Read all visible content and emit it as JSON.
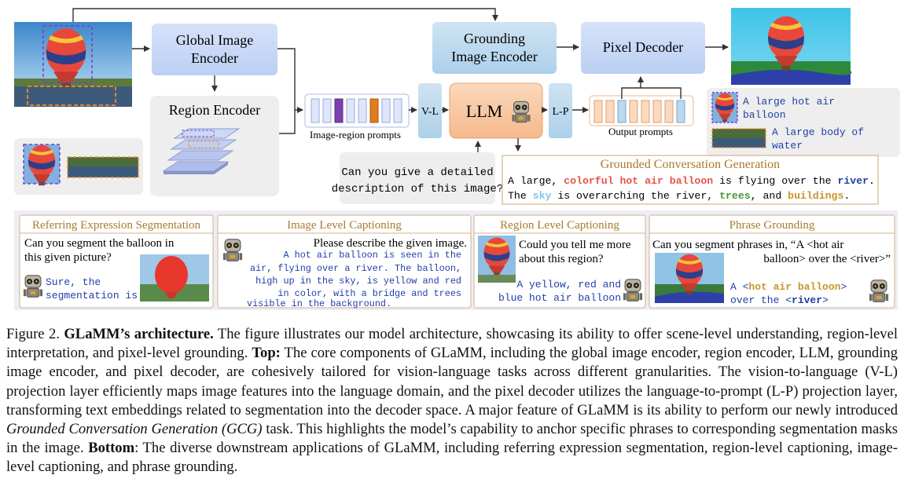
{
  "top": {
    "global_encoder": [
      "Global Image",
      "Encoder"
    ],
    "region_encoder": "Region Encoder",
    "grounding_encoder": [
      "Grounding",
      "Image Encoder"
    ],
    "pixel_decoder": "Pixel Decoder",
    "llm": "LLM",
    "vl": "V-L",
    "lp": "L-P",
    "image_region_prompts": "Image-region prompts",
    "output_prompts": "Output prompts",
    "question": [
      "Can you give a detailed",
      "description of this image?"
    ],
    "legend_1": [
      "A large hot air",
      "balloon"
    ],
    "legend_2": [
      "A large body of",
      "water"
    ],
    "gcg_title": "Grounded Conversation Generation",
    "gcg_line1": {
      "a": "A large, ",
      "b": "colorful hot air balloon",
      "c": " is flying over the ",
      "d": "river",
      "e": "."
    },
    "gcg_line2": {
      "a": "The ",
      "b": "sky",
      "c": " is overarching the river, ",
      "d": "trees",
      "e": ", and ",
      "f": "buildings",
      "g": "."
    }
  },
  "colors": {
    "blue_box": "#c9d9f6",
    "teal_box": "#bcd8ec",
    "llm": "#f8c9a6",
    "panel_border": "#d0b48a",
    "balloon": "#e8534a",
    "river": "#1f3fa8",
    "sky": "#7fc6e4",
    "trees": "#3f9a37",
    "buildings": "#c8962b"
  },
  "bottom": {
    "res": {
      "title": "Referring Expression Segmentation",
      "question": [
        "Can you segment the balloon in",
        "this given picture?"
      ],
      "answer": [
        "Sure, the",
        "segmentation is"
      ]
    },
    "ilc": {
      "title": "Image Level Captioning",
      "question": "Please describe the given image.",
      "answer": [
        "A hot air balloon is seen in the",
        "air, flying over a river. The balloon,",
        "high up in the sky, is yellow and red",
        "in color, with a bridge and trees",
        "visible in the background."
      ]
    },
    "rlc": {
      "title": "Region Level Captioning",
      "question": [
        "Could you tell me more",
        "about this region?"
      ],
      "answer": [
        "A yellow, red and",
        "blue hot air balloon"
      ]
    },
    "pg": {
      "title": "Phrase Grounding",
      "question": [
        "Can you segment phrases in, “A <hot air",
        "balloon> over the <river>”"
      ],
      "answer": {
        "a": "A <",
        "b": "hot air balloon",
        "c": ">",
        "d": "over the <",
        "e": "river",
        "f": ">"
      }
    }
  },
  "caption": {
    "label": "Figure 2. ",
    "title": "GLaMM’s architecture.",
    "p1": " The figure illustrates our model architecture, showcasing its ability to offer scene-level understanding, region-level interpretation, and pixel-level grounding. ",
    "top_label": "Top:",
    "p2": " The core components of GLaMM, including the global image encoder, region encoder, LLM, grounding image encoder, and pixel decoder, are cohesively tailored for vision-language tasks across different granularities. The vision-to-language (V-L) projection layer efficiently maps image features into the language domain, and the pixel decoder utilizes the language-to-prompt (L-P) projection layer, transforming text embeddings related to segmentation into the decoder space. A major feature of GLaMM is its ability to perform our newly introduced ",
    "gcg": "Grounded Conversation Generation (GCG)",
    "p3": " task.  This highlights the model’s capability to anchor specific phrases to corresponding segmentation masks in the image. ",
    "bottom_label": "Bottom",
    "p4": ": The diverse downstream applications of GLaMM, including referring expression segmentation, region-level captioning, image-level captioning, and phrase grounding."
  }
}
